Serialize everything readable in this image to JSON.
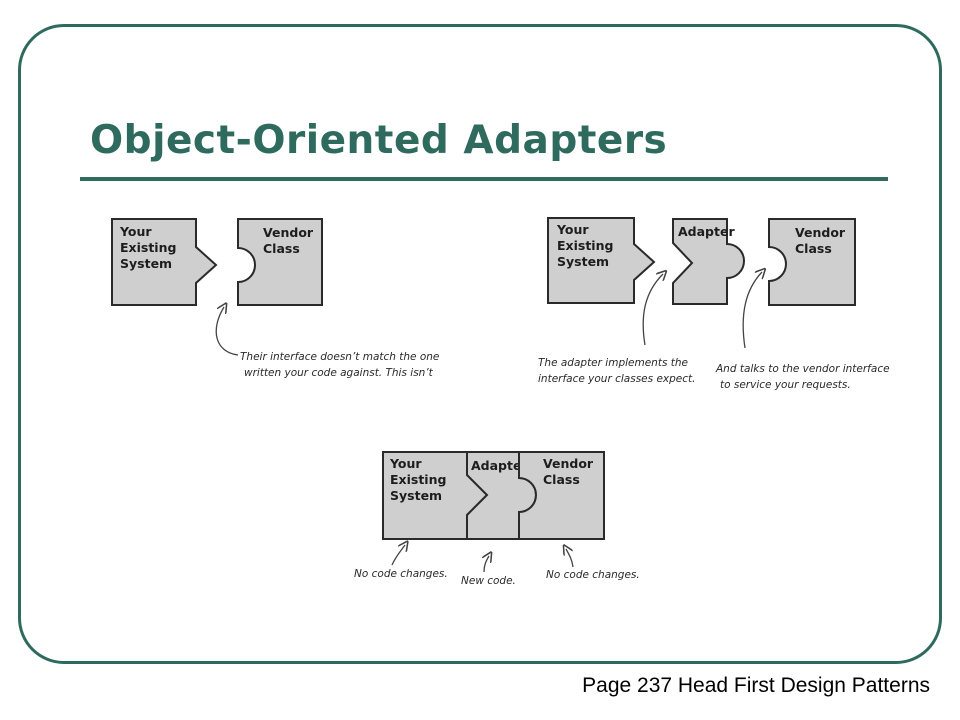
{
  "slide": {
    "title": "Object-Oriented Adapters",
    "footer": "Page 237 Head First Design Patterns"
  },
  "diagram1": {
    "system_label": [
      "Your",
      "Existing",
      "System"
    ],
    "vendor_label": [
      "Vendor",
      "Class"
    ],
    "note": [
      "Their interface doesn’t match the one",
      "written your code against. This isn’t"
    ]
  },
  "diagram2": {
    "system_label": [
      "Your",
      "Existing",
      "System"
    ],
    "adapter_label": "Adapter",
    "vendor_label": [
      "Vendor",
      "Class"
    ],
    "note_adapter": [
      "The adapter implements the",
      "interface your classes expect."
    ],
    "note_vendor": [
      "And talks to the vendor interface",
      "to service your requests."
    ]
  },
  "diagram3": {
    "system_label": [
      "Your",
      "Existing",
      "System"
    ],
    "adapter_label": "Adapter",
    "vendor_label": [
      "Vendor",
      "Class"
    ],
    "note_system": "No code changes.",
    "note_adapter": "New code.",
    "note_vendor": "No code changes."
  }
}
